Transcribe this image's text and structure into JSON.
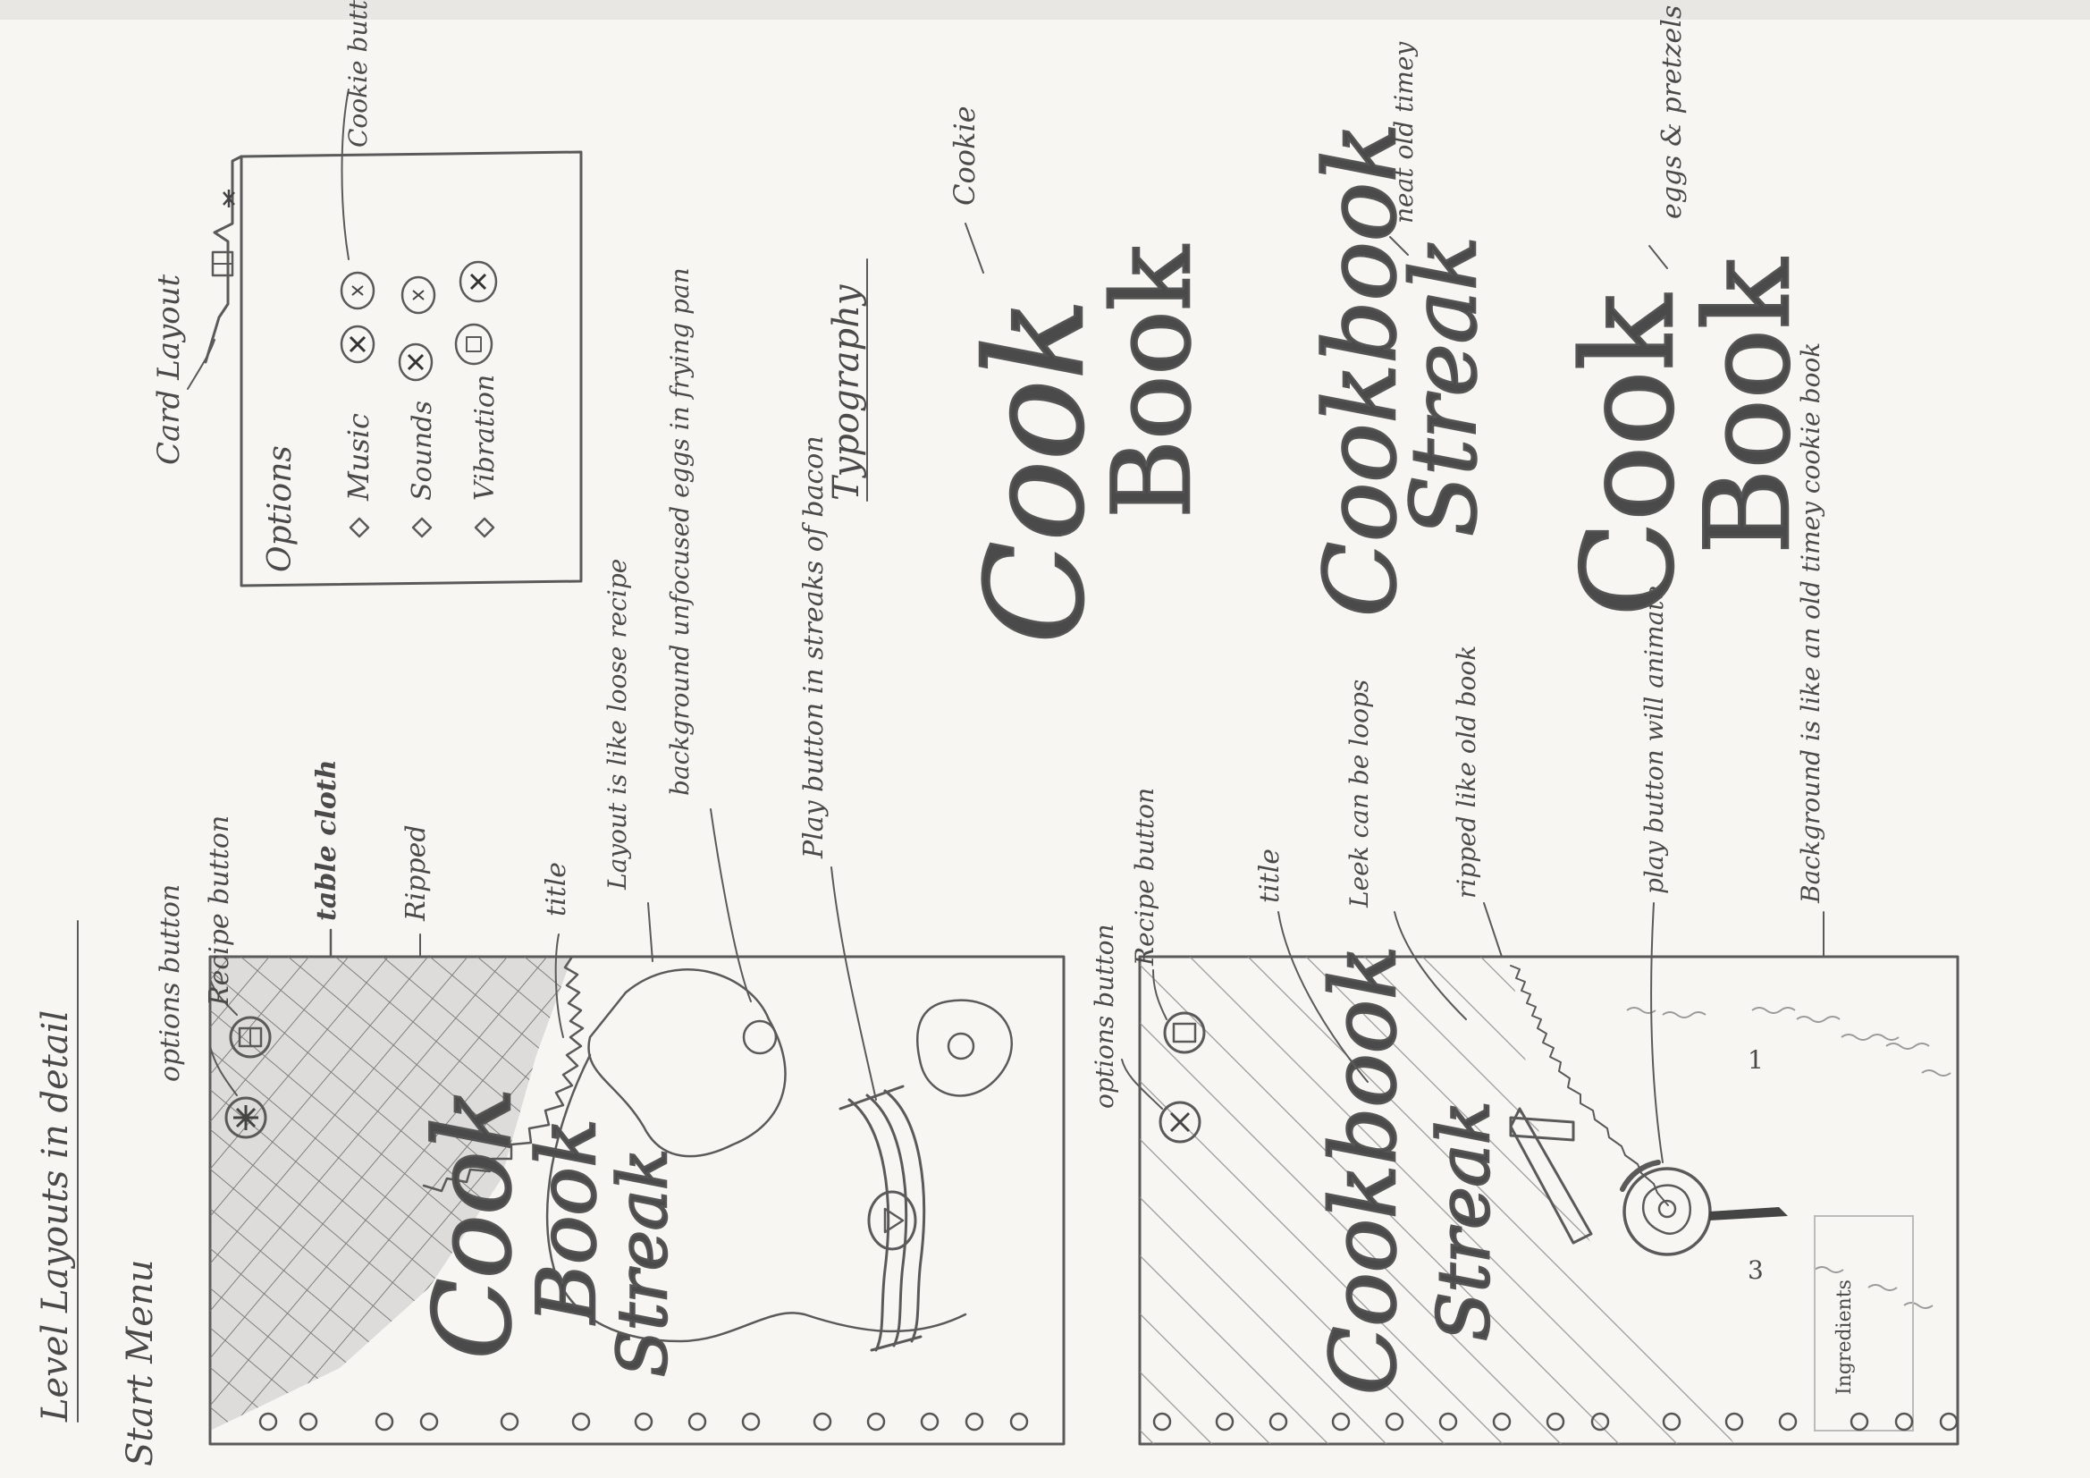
{
  "page": {
    "heading": "Level Layouts in detail",
    "section_start_menu": "Start Menu"
  },
  "start_menu_notes": {
    "options_button": "options button",
    "recipe_button": "Recipe button",
    "table_cloth": "table cloth",
    "ripped": "Ripped",
    "title": "title",
    "layout": "Layout is like loose recipe",
    "background": "background unfocused eggs in frying pan",
    "play_button": "Play button in streaks of bacon"
  },
  "level_notes": {
    "options_button": "options button",
    "recipe_button": "Recipe button",
    "title": "title",
    "leek": "Leek can be loops",
    "ripped": "ripped like old book",
    "play_button": "play button will animate",
    "background": "Background is like an old timey cookie book",
    "ingredients": "Ingredients",
    "step_1": "1",
    "step_3": "3"
  },
  "card_layout": {
    "label": "Card Layout",
    "cookie_button_note": "Cookie button",
    "options_title": "Options",
    "rows": [
      {
        "label": "Music"
      },
      {
        "label": "Sounds"
      },
      {
        "label": "Vibration"
      }
    ]
  },
  "typography": {
    "heading": "Typography",
    "samples": [
      {
        "word1": "Cook",
        "word2": "Book",
        "note": "Cookie"
      },
      {
        "word1": "Cookbook",
        "word2": "Streak",
        "note": "neat old timey"
      },
      {
        "word1": "Cook",
        "word2": "Book",
        "note": "eggs & pretzels"
      }
    ]
  },
  "start_menu_title": {
    "line1": "Cook",
    "line2": "Book",
    "line3": "Streak"
  },
  "level_title": {
    "line1": "Cookbook",
    "line2": "Streak"
  }
}
